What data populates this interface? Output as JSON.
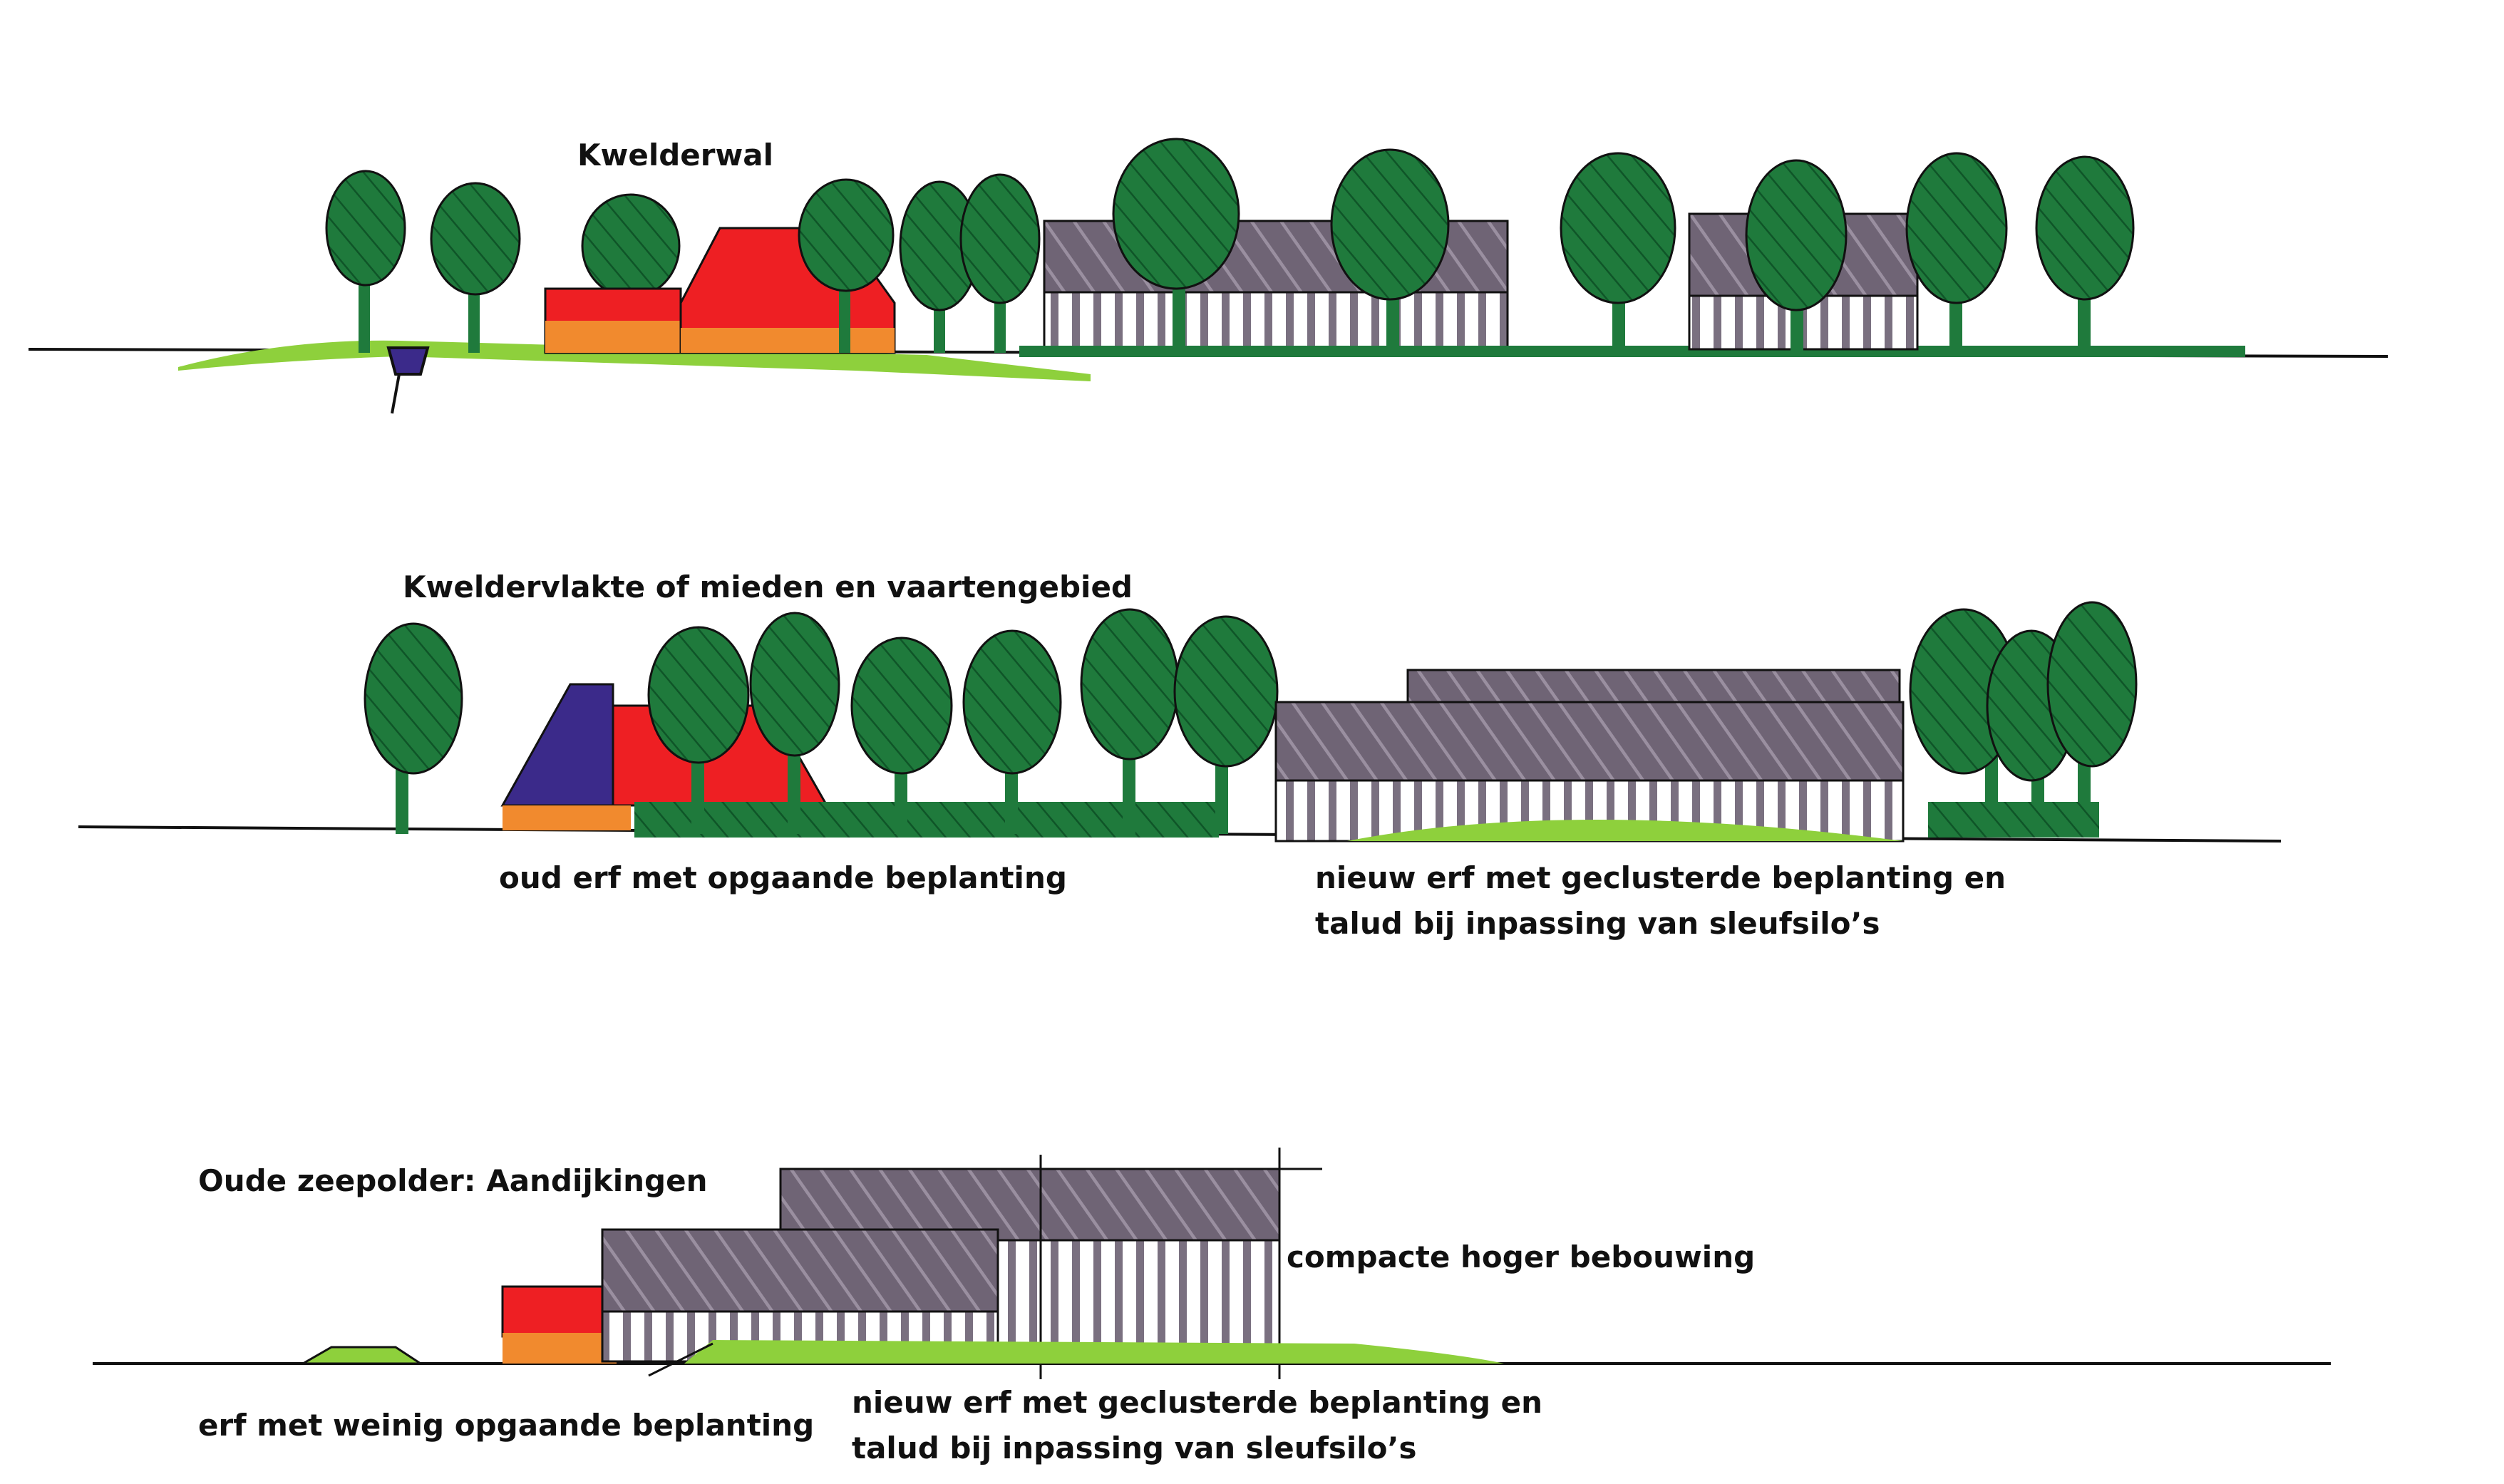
{
  "sections": [
    {
      "title": "Kwelderwal"
    },
    {
      "title": "Kweldervlakte of mieden en vaartengebied",
      "labels": [
        "oud erf met opgaande beplanting",
        "nieuw erf met geclusterde beplanting en\ntalud bij inpassing van sleufsilo’s"
      ]
    },
    {
      "title": "Oude zeepolder: Aandijkingen",
      "labels": [
        "compacte hoger bebouwing",
        "erf met weinig opgaande beplanting",
        "nieuw erf met geclusterde beplanting en\ntalud bij inpassing van sleufsilo’s"
      ]
    }
  ],
  "colors": {
    "tree_green": "#1f7a3c",
    "tree_dark": "#0f5528",
    "grass": "#8ed03c",
    "barn_red": "#ee1f23",
    "base_orange": "#f18a2e",
    "stable_purple": "#6f6475",
    "purple_blue": "#3b2a8a",
    "ink": "#111111"
  }
}
